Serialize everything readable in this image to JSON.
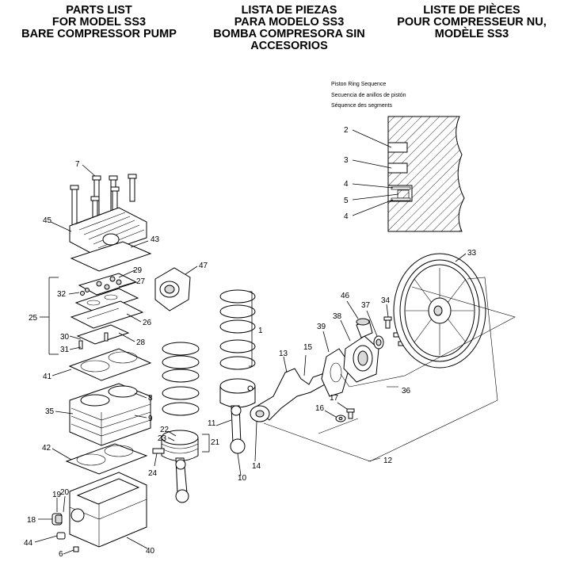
{
  "titles": {
    "en": [
      "PARTS LIST",
      "FOR MODEL SS3",
      "BARE COMPRESSOR PUMP"
    ],
    "es": [
      "LISTA DE PIEZAS",
      "PARA MODELO SS3",
      "BOMBA COMPRESORA SIN",
      "ACCESORIOS"
    ],
    "fr": [
      "LISTE DE PIÈCES",
      "POUR COMPRESSEUR NU,",
      "MODÈLE SS3"
    ]
  },
  "piston_ring_sequence": {
    "lines": [
      "Piston Ring Sequence",
      "Secuencia de anillos de pistón",
      "Séquence des segments"
    ],
    "labels": [
      "2",
      "3",
      "4",
      "5",
      "4"
    ]
  },
  "part_labels": {
    "p7": "7",
    "p45": "45",
    "p43": "43",
    "p29": "29",
    "p27": "27",
    "p32": "32",
    "p25": "25",
    "p26": "26",
    "p30": "30",
    "p28": "28",
    "p31": "31",
    "p41": "41",
    "p8": "8",
    "p35": "35",
    "p9": "9",
    "p42": "42",
    "p22": "22",
    "p23": "23",
    "p21": "21",
    "p24": "24",
    "p47": "47",
    "p1": "1",
    "p11": "11",
    "p10": "10",
    "p14": "14",
    "p13": "13",
    "p15": "15",
    "p39": "39",
    "p38": "38",
    "p46": "46",
    "p37": "37",
    "p34": "34",
    "p33": "33",
    "p36": "36",
    "p17": "17",
    "p16": "16",
    "p12": "12",
    "p20": "20",
    "p19": "19",
    "p18": "18",
    "p44": "44",
    "p6": "6",
    "p40": "40"
  }
}
